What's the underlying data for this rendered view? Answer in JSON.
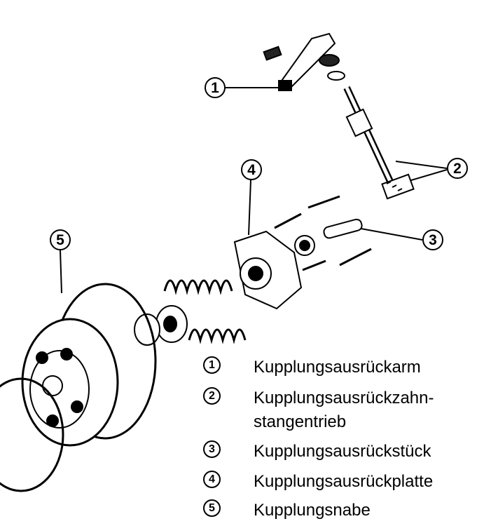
{
  "callouts": [
    "1",
    "2",
    "3",
    "4",
    "5"
  ],
  "legend": [
    {
      "num": "1",
      "text": "Kupplungsausrückarm"
    },
    {
      "num": "2",
      "text": "Kupplungsausrückzahn-",
      "text2": "stangentrieb"
    },
    {
      "num": "3",
      "text": "Kupplungsausrückstück"
    },
    {
      "num": "4",
      "text": "Kupplungsausrückplatte"
    },
    {
      "num": "5",
      "text": "Kupplungsnabe"
    }
  ]
}
